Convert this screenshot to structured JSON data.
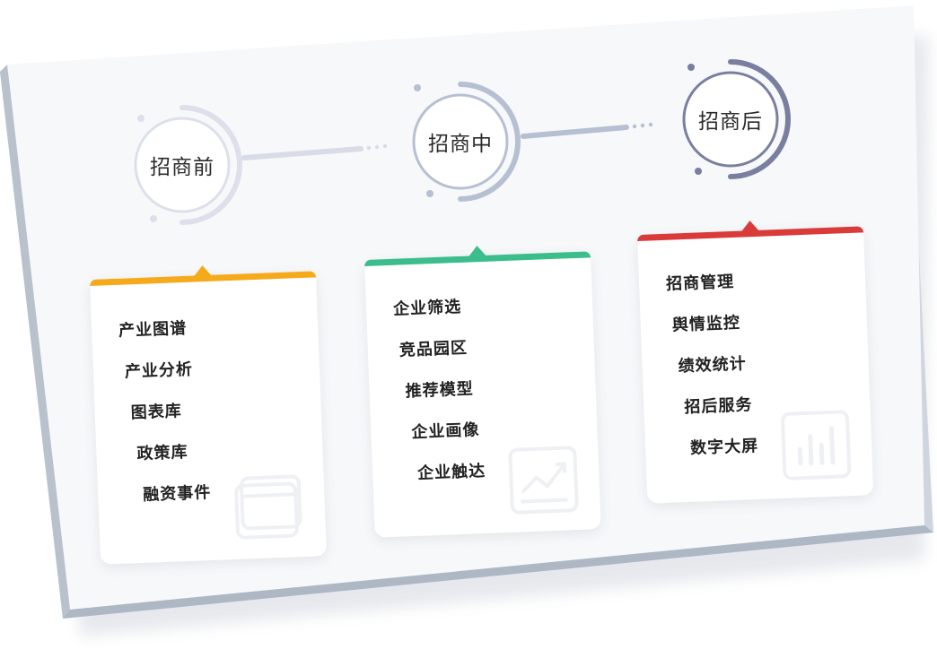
{
  "stages": [
    {
      "label": "招商前",
      "accent": "#f5aa1c",
      "ring": "#dde0ea",
      "icon": "folder-icon",
      "items": [
        "产业图谱",
        "产业分析",
        "图表库",
        "政策库",
        "融资事件"
      ]
    },
    {
      "label": "招商中",
      "accent": "#3bbd8c",
      "ring": "#b6c0d2",
      "icon": "trend-chart-icon",
      "items": [
        "企业筛选",
        "竞品园区",
        "推荐模型",
        "企业画像",
        "企业触达"
      ]
    },
    {
      "label": "招商后",
      "accent": "#d93a3a",
      "ring": "#7a7fa0",
      "icon": "bar-chart-icon",
      "items": [
        "招商管理",
        "舆情监控",
        "绩效统计",
        "招后服务",
        "数字大屏"
      ]
    }
  ]
}
